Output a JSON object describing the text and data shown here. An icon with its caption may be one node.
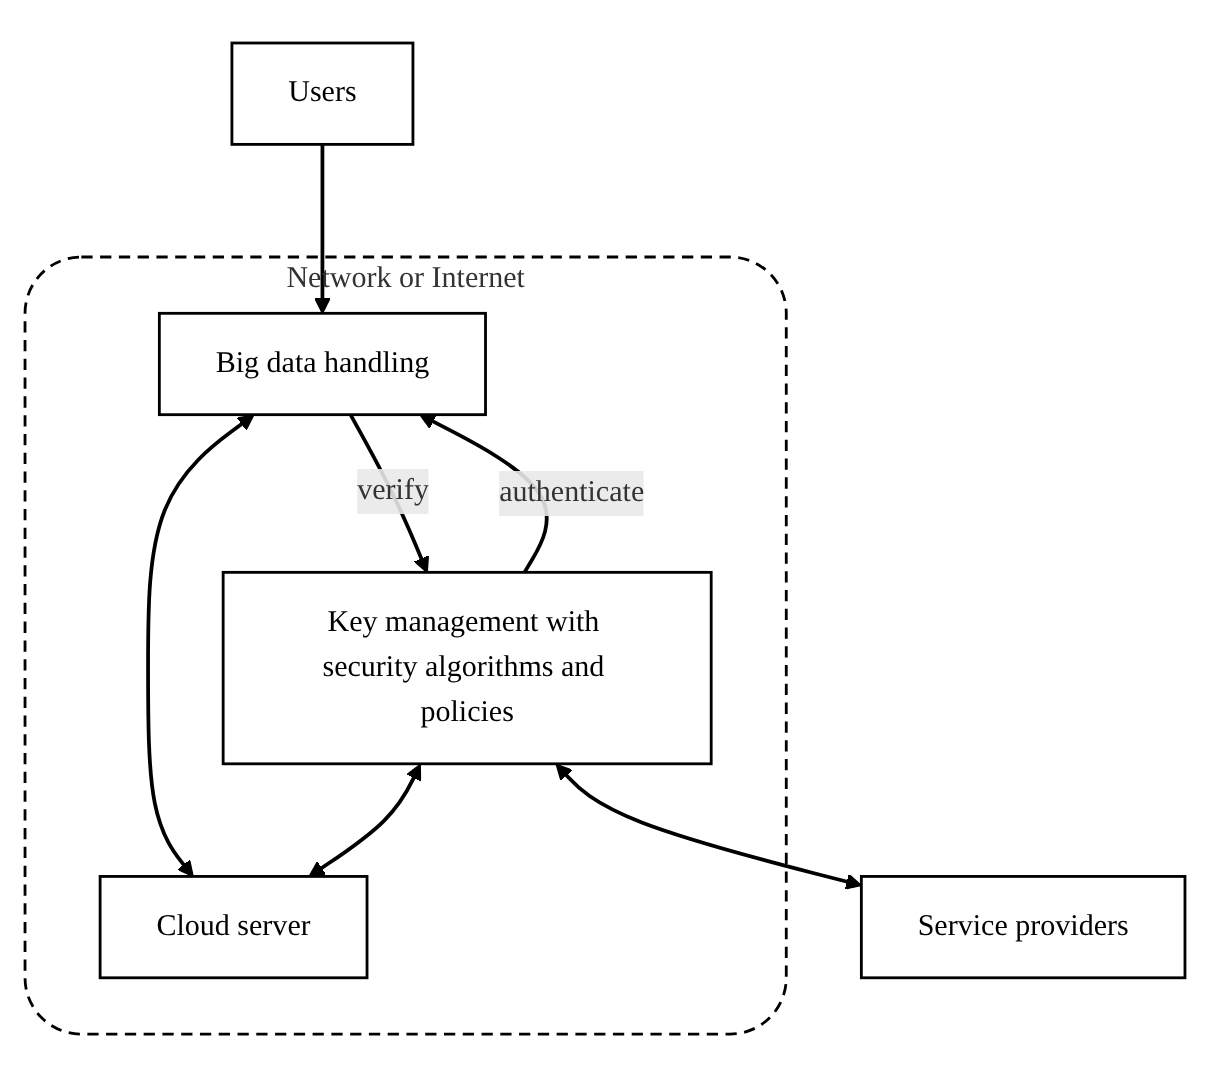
{
  "diagram": {
    "nodes": [
      {
        "text": [
          "Users"
        ]
      },
      {
        "text": [
          "Network or Internet"
        ]
      },
      {
        "text": [
          "Big data handling"
        ],
        "in": 1
      },
      {
        "text": [
          "Cloud server"
        ],
        "in": 1
      },
      {
        "text": [
          "Key management with security algorithms and policies"
        ],
        "in": 1
      },
      {
        "text": [
          "Service providers"
        ]
      }
    ],
    "edges": [
      {
        "from": 0,
        "to": 2,
        "arrow": "to"
      },
      {
        "from": 2,
        "to": 3,
        "arrow": "both"
      },
      {
        "from": 2,
        "to": 4,
        "arrow": "to",
        "label": "verify"
      },
      {
        "from": 4,
        "to": 2,
        "arrow": "to",
        "label": "authenticate"
      },
      {
        "from": 4,
        "to": 3,
        "arrow": "both"
      },
      {
        "from": 4,
        "to": 5,
        "arrow": "both"
      }
    ]
  }
}
